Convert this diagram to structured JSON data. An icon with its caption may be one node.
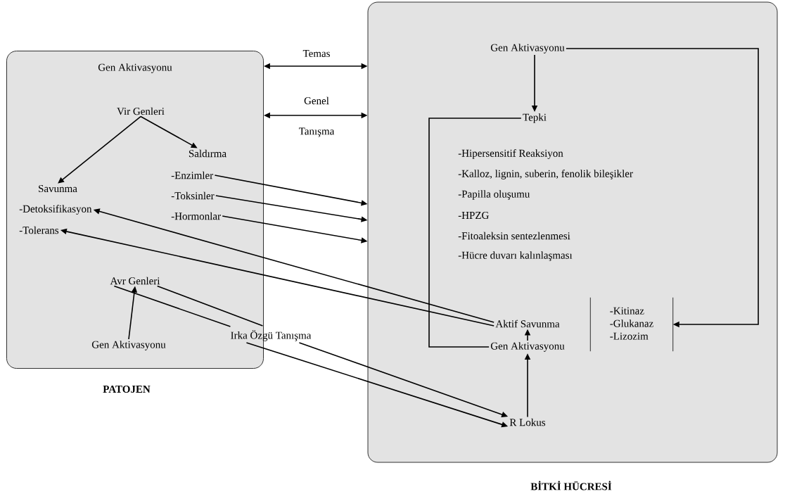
{
  "diagram": {
    "nodes": [
      {
        "text": [
          "Gen Aktivasyonu"
        ],
        "beside": [
          "PATOJEN"
        ]
      },
      {
        "text": [
          "Vir Genleri"
        ],
        "in": 0
      },
      {
        "text": [
          "Savunma"
        ],
        "in": 0
      },
      {
        "text": [
          "-Detoksifikasyon"
        ],
        "in": 0
      },
      {
        "text": [
          "-Tolerans"
        ],
        "in": 0
      },
      {
        "text": [
          "Saldırma"
        ],
        "in": 0
      },
      {
        "text": [
          "-Enzimler"
        ],
        "in": 0
      },
      {
        "text": [
          "-Toksinler"
        ],
        "in": 0
      },
      {
        "text": [
          "-Hormonlar"
        ],
        "in": 0
      },
      {
        "text": [
          "Avr Genleri"
        ],
        "in": 0
      },
      {
        "text": [
          "Gen Aktivasyonu"
        ],
        "in": 0
      },
      {
        "text": [
          "Irka Özgü Tanışma"
        ]
      },
      {
        "text": [],
        "shape": "box",
        "beside": [
          "BİTKİ HÜCRESİ"
        ]
      },
      {
        "text": [
          "Gen Aktivasyonu"
        ],
        "in": 12
      },
      {
        "text": [
          "Tepki"
        ],
        "in": 12
      },
      {
        "text": [
          "Aktif Savunma"
        ],
        "in": 12
      },
      {
        "text": [
          "-Kitinaz",
          "-Glukanaz",
          "-Lizozim"
        ],
        "in": 12
      },
      {
        "text": [
          "Gen Aktivasyonu"
        ],
        "in": 12
      },
      {
        "text": [
          "R Lokus"
        ],
        "in": 12
      }
    ],
    "edges": [
      {
        "from": 1,
        "to": 2,
        "arrow": "to"
      },
      {
        "from": 1,
        "to": 5,
        "arrow": "to"
      },
      {
        "from": 6,
        "to": 12,
        "arrow": "to"
      },
      {
        "from": 7,
        "to": 12,
        "arrow": "to"
      },
      {
        "from": 8,
        "to": 12,
        "arrow": "to"
      },
      {
        "from": 15,
        "to": 3,
        "arrow": "to"
      },
      {
        "from": 15,
        "to": 4,
        "arrow": "to"
      },
      {
        "from": 10,
        "to": 9,
        "arrow": "to"
      },
      {
        "from": 9,
        "to": 11,
        "arrow": "none"
      },
      {
        "from": 9,
        "to": 11,
        "arrow": "none"
      },
      {
        "from": 11,
        "to": 18,
        "arrow": "to"
      },
      {
        "from": 11,
        "to": 18,
        "arrow": "to"
      },
      {
        "from": 0,
        "to": 12,
        "arrow": "both",
        "label": "Temas"
      },
      {
        "from": 0,
        "to": 12,
        "arrow": "both"
      },
      {
        "from": 13,
        "to": 14,
        "arrow": "to"
      },
      {
        "from": 14,
        "to": 17,
        "arrow": "none"
      },
      {
        "from": 17,
        "to": 15,
        "arrow": "to"
      },
      {
        "from": 18,
        "to": 17,
        "arrow": "to"
      },
      {
        "from": 13,
        "to": 16,
        "arrow": "to"
      }
    ],
    "labels": [
      "Genel",
      "Tanışma",
      "-Hipersensitif Reaksiyon",
      "-Kalloz, lignin, suberin, fenolik bileşikler",
      "-Papilla oluşumu",
      "-HPZG",
      "-Fitoaleksin sentezlenmesi",
      "-Hücre duvarı kalınlaşması"
    ]
  }
}
